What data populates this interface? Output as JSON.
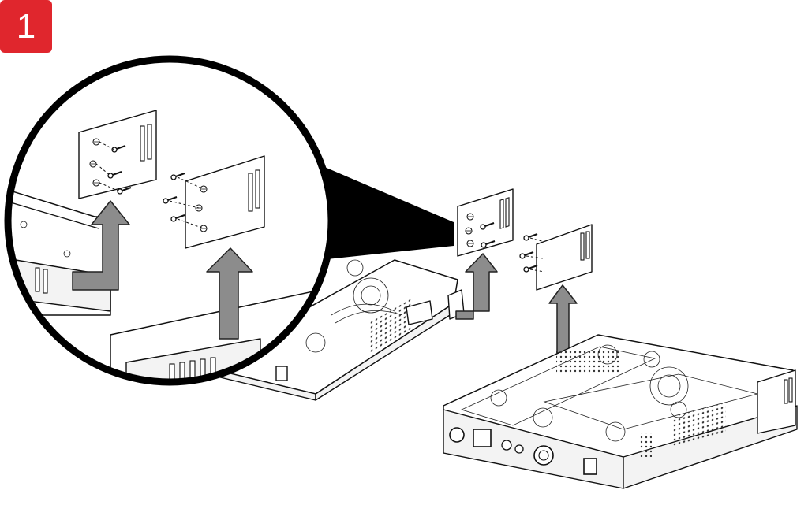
{
  "step": {
    "number": "1"
  },
  "colors": {
    "badge": "#e0262d",
    "arrow": "#8c8c8c",
    "line": "#111111"
  },
  "icons": [
    "step-number-badge",
    "zoom-callout",
    "mounting-bracket",
    "screw",
    "removal-arrow"
  ]
}
